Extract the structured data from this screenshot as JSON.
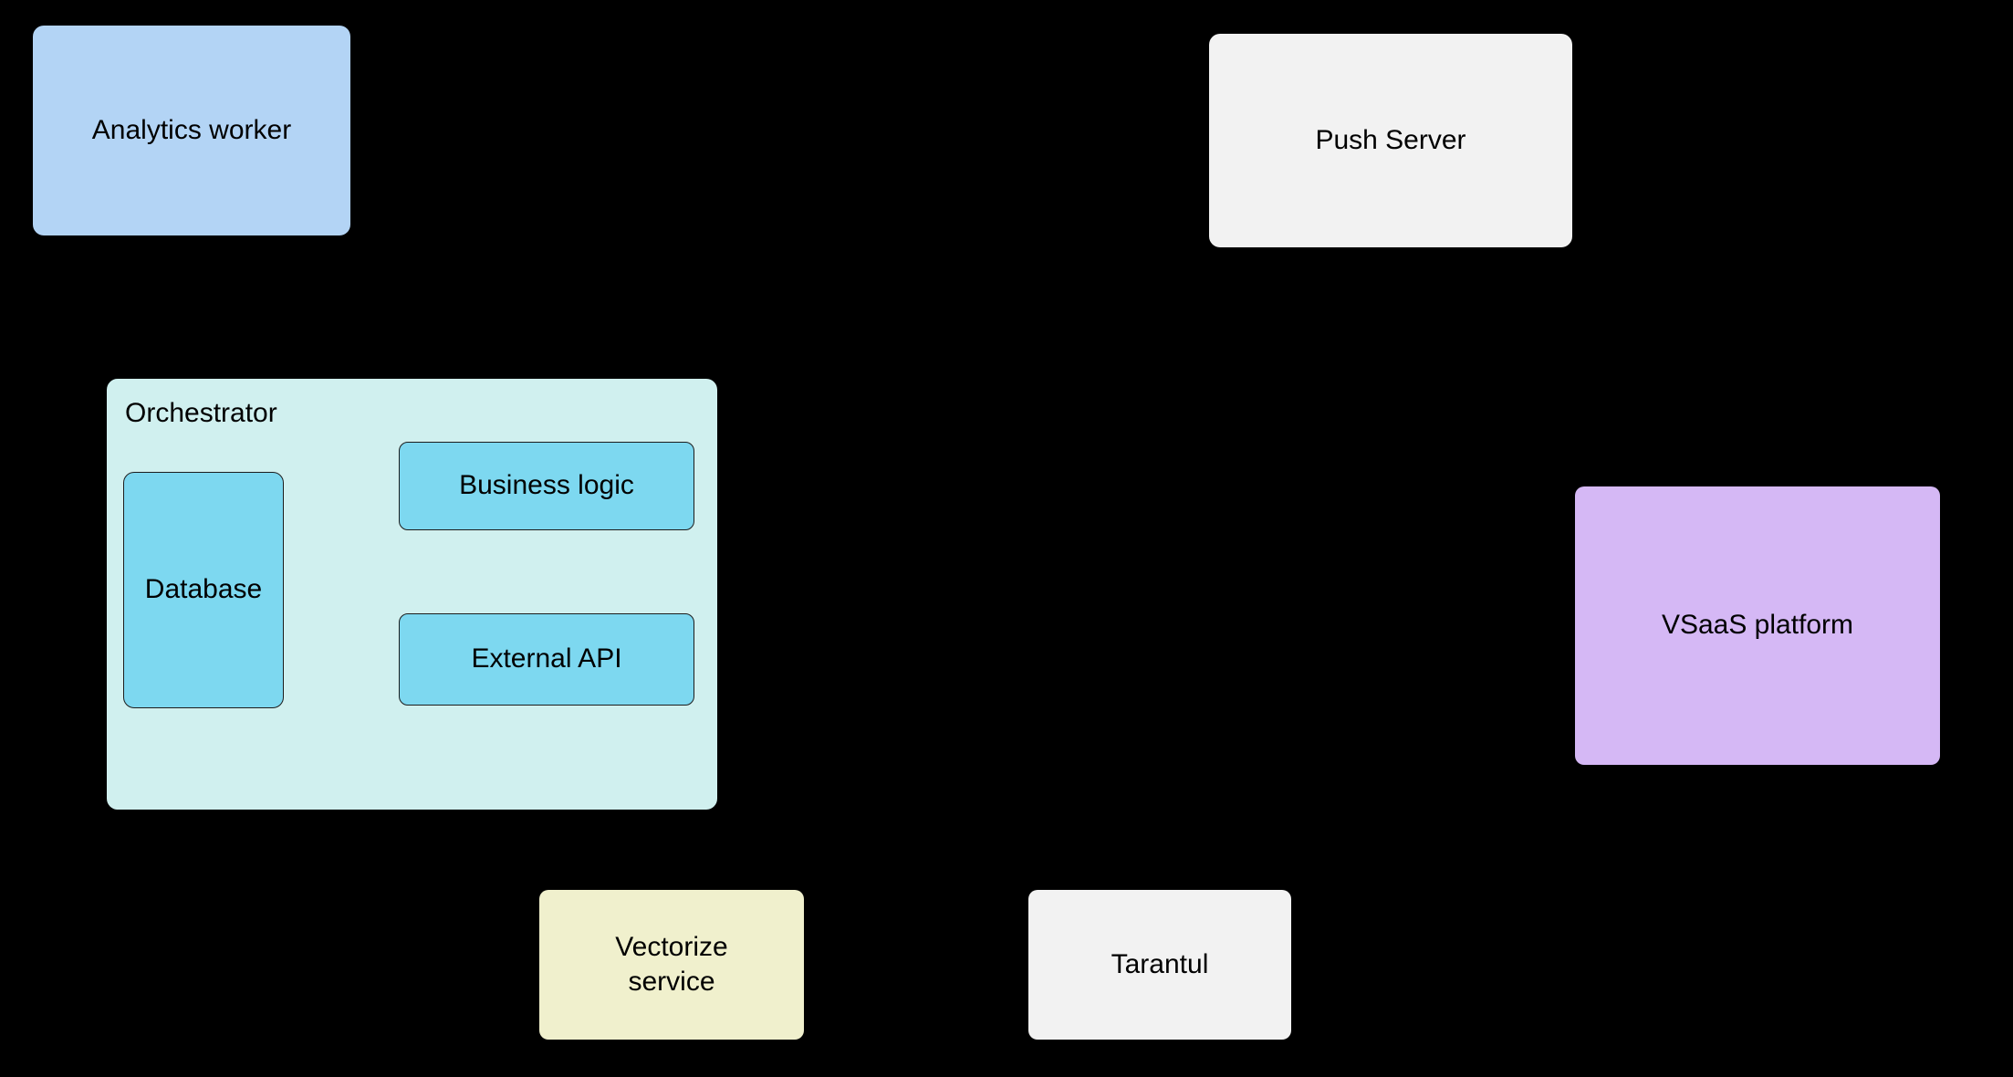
{
  "diagram": {
    "title": "Orchestrator architecture diagram",
    "background_color": "#000000",
    "nodes": [
      {
        "id": "analytics-worker",
        "label": "Analytics worker",
        "fill": "#b3d4f5",
        "shape": "rounded-rectangle"
      },
      {
        "id": "push-server",
        "label": "Push Server",
        "fill": "#f2f2f2",
        "shape": "rounded-rectangle"
      },
      {
        "id": "vsaas-platform",
        "label": "VSaaS platform",
        "fill": "#d5b8f5",
        "shape": "rounded-rectangle"
      },
      {
        "id": "vectorize-service",
        "label": "Vectorize\nservice",
        "fill": "#f0f0cd",
        "shape": "rounded-rectangle"
      },
      {
        "id": "tarantul",
        "label": "Tarantul",
        "fill": "#f2f2f2",
        "shape": "rounded-rectangle"
      },
      {
        "id": "orchestrator",
        "label": "Orchestrator",
        "fill": "#d0f0ef",
        "shape": "rounded-rectangle-group",
        "children": [
          "database",
          "business-logic",
          "external-api"
        ]
      },
      {
        "id": "database",
        "label": "Database",
        "fill": "#7dd8f0",
        "shape": "rounded-rectangle"
      },
      {
        "id": "business-logic",
        "label": "Business logic",
        "fill": "#7dd8f0",
        "shape": "rounded-rectangle"
      },
      {
        "id": "external-api",
        "label": "External API",
        "fill": "#7dd8f0",
        "shape": "rounded-rectangle"
      }
    ],
    "edges": [
      {
        "id": "edge-into-business-logic-top-left",
        "from": "above",
        "to": "business-logic",
        "arrow": "end",
        "direction": "down"
      },
      {
        "id": "edge-into-business-logic-top-right",
        "from": "right-boundary",
        "to": "business-logic",
        "arrow": "end",
        "direction": "down"
      },
      {
        "id": "edge-into-business-logic-right",
        "from": "right-boundary",
        "to": "business-logic",
        "arrow": "end",
        "direction": "left"
      },
      {
        "id": "edge-business-logic-to-right",
        "from": "business-logic",
        "to": "right-boundary",
        "arrow": "none",
        "direction": "right"
      },
      {
        "id": "edge-database-to-business-logic",
        "from": "below",
        "to": "business-logic",
        "arrow": "end",
        "direction": "right"
      },
      {
        "id": "edge-into-external-api-right",
        "from": "right-boundary",
        "to": "external-api",
        "arrow": "end",
        "direction": "left"
      },
      {
        "id": "edge-into-external-api-bottom",
        "from": "below",
        "to": "external-api",
        "arrow": "end",
        "direction": "up"
      }
    ],
    "stroke_color": "#000000"
  }
}
